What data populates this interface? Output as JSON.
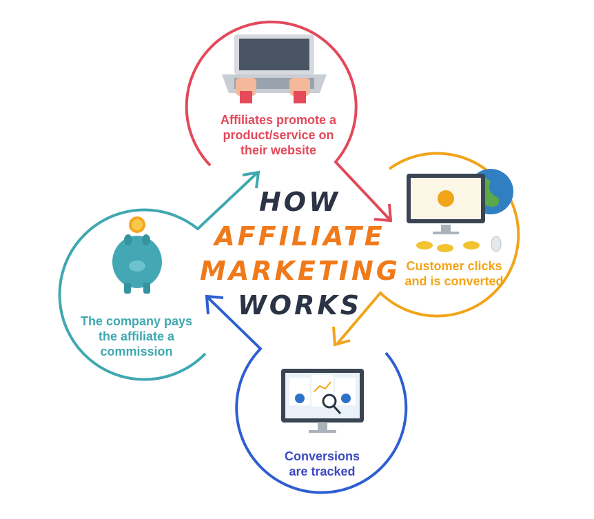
{
  "title": {
    "line1": "HOW",
    "line2": "AFFILIATE",
    "line3": "MARKETING",
    "line4": "WORKS"
  },
  "steps": [
    {
      "id": "promote",
      "lines": [
        "Affiliates promote a",
        "product/service on",
        "their website"
      ],
      "color": "#e2495a",
      "icon": "laptop-typing-icon"
    },
    {
      "id": "convert",
      "lines": [
        "Customer clicks",
        "and is converted"
      ],
      "color": "#f1a419",
      "icon": "monitor-coins-icon"
    },
    {
      "id": "tracked",
      "lines": [
        "Conversions",
        "are tracked"
      ],
      "color": "#3d49c0",
      "icon": "monitor-analytics-icon"
    },
    {
      "id": "pays",
      "lines": [
        "The company pays",
        "the affiliate a",
        "commission"
      ],
      "color": "#3fa8b0",
      "icon": "piggy-bank-icon"
    }
  ],
  "colors": {
    "title_dark": "#2b3445",
    "title_orange": "#f07a1a",
    "red": "#e2495a",
    "orange": "#f1a419",
    "blue": "#2d5fd0",
    "teal": "#3fa8b0"
  }
}
